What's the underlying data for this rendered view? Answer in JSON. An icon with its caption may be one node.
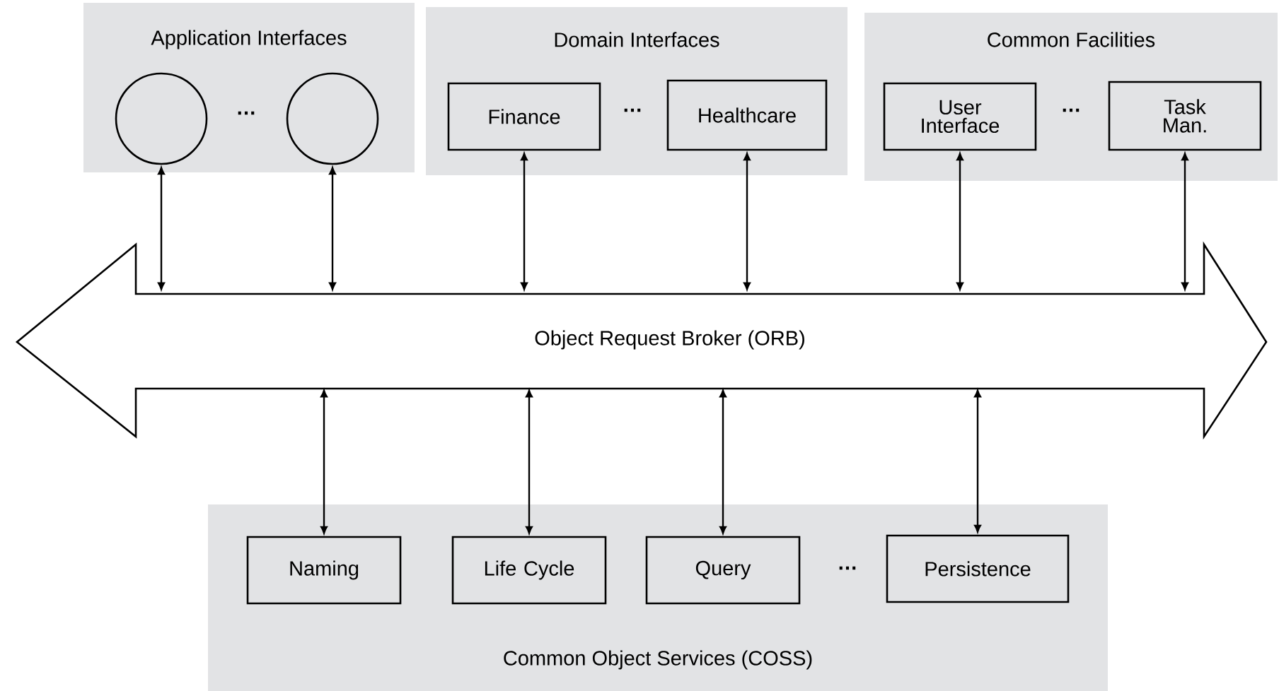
{
  "diagram": {
    "nodes": [
      {
        "text": [
          "Application Interfaces"
        ]
      },
      {
        "text": [],
        "shape": "circle",
        "in": 0
      },
      {
        "text": [],
        "shape": "circle",
        "in": 0
      },
      {
        "text": [
          "Domain Interfaces"
        ]
      },
      {
        "text": [
          "Finance"
        ],
        "in": 3
      },
      {
        "text": [
          "Healthcare"
        ],
        "in": 3
      },
      {
        "text": [
          "Common Facilities"
        ]
      },
      {
        "text": [
          "User Interface"
        ],
        "in": 6
      },
      {
        "text": [
          "Task Man."
        ],
        "in": 6
      },
      {
        "text": [
          "Object Request Broker (ORB)"
        ]
      },
      {
        "text": [
          "Common Object Services (COSS)"
        ]
      },
      {
        "text": [
          "Naming"
        ],
        "in": 10
      },
      {
        "text": [
          "Life Cycle"
        ],
        "in": 10
      },
      {
        "text": [
          "Query"
        ],
        "in": 10
      },
      {
        "text": [
          "Persistence"
        ],
        "in": 10
      }
    ],
    "edges": [
      {
        "from": 1,
        "to": 9,
        "arrow": "both"
      },
      {
        "from": 2,
        "to": 9,
        "arrow": "both"
      },
      {
        "from": 4,
        "to": 9,
        "arrow": "both"
      },
      {
        "from": 5,
        "to": 9,
        "arrow": "both"
      },
      {
        "from": 7,
        "to": 9,
        "arrow": "both"
      },
      {
        "from": 8,
        "to": 9,
        "arrow": "both"
      },
      {
        "from": 9,
        "to": 11,
        "arrow": "both"
      },
      {
        "from": 9,
        "to": 12,
        "arrow": "both"
      },
      {
        "from": 9,
        "to": 13,
        "arrow": "both"
      },
      {
        "from": 9,
        "to": 14,
        "arrow": "both"
      }
    ],
    "labels": [
      "…",
      "…",
      "…",
      "…"
    ]
  }
}
